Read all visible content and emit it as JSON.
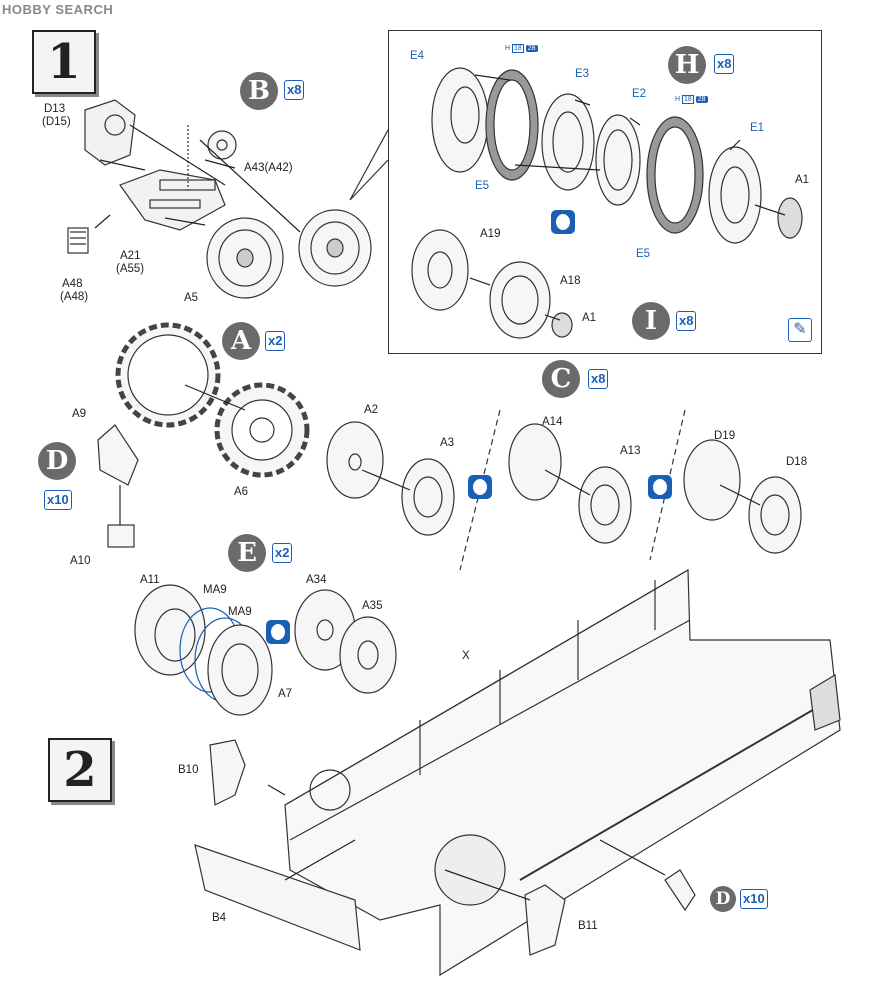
{
  "watermark": "HOBBY SEARCH",
  "steps": {
    "one": "1",
    "two": "2"
  },
  "groups": {
    "B": {
      "letter": "B",
      "qty": "x8"
    },
    "H": {
      "letter": "H",
      "qty": "x8"
    },
    "I": {
      "letter": "I",
      "qty": "x8"
    },
    "A": {
      "letter": "A",
      "qty": "x2"
    },
    "C": {
      "letter": "C",
      "qty": "x8"
    },
    "D": {
      "letter": "D",
      "qty": "x10"
    },
    "E": {
      "letter": "E",
      "qty": "x2"
    },
    "D2": {
      "letter": "D",
      "qty": "x10"
    }
  },
  "paint_codes": {
    "a": [
      "H",
      "18",
      "28"
    ],
    "b": [
      "H",
      "18",
      "28"
    ]
  },
  "labels": {
    "d13": "D13",
    "d15": "(D15)",
    "a43": "A43(A42)",
    "a21": "A21",
    "a55": "(A55)",
    "a48": "A48",
    "a48b": "(A48)",
    "e4": "E4",
    "e3": "E3",
    "e2": "E2",
    "e1": "E1",
    "a1_top": "A1",
    "e5_left": "E5",
    "e5_right": "E5",
    "a19": "A19",
    "a18": "A18",
    "a1_bottom": "A1",
    "a5": "A5",
    "a6": "A6",
    "a9": "A9",
    "a10": "A10",
    "a2": "A2",
    "a3": "A3",
    "a14": "A14",
    "a13": "A13",
    "d19": "D19",
    "d18": "D18",
    "a11": "A11",
    "ma9a": "MA9",
    "ma9b": "MA9",
    "a34": "A34",
    "a35": "A35",
    "a7": "A7",
    "x": "X",
    "b10": "B10",
    "b4": "B4",
    "b11": "B11"
  },
  "colors": {
    "accent": "#1a5fb4",
    "badge": "#6a6a6a"
  }
}
